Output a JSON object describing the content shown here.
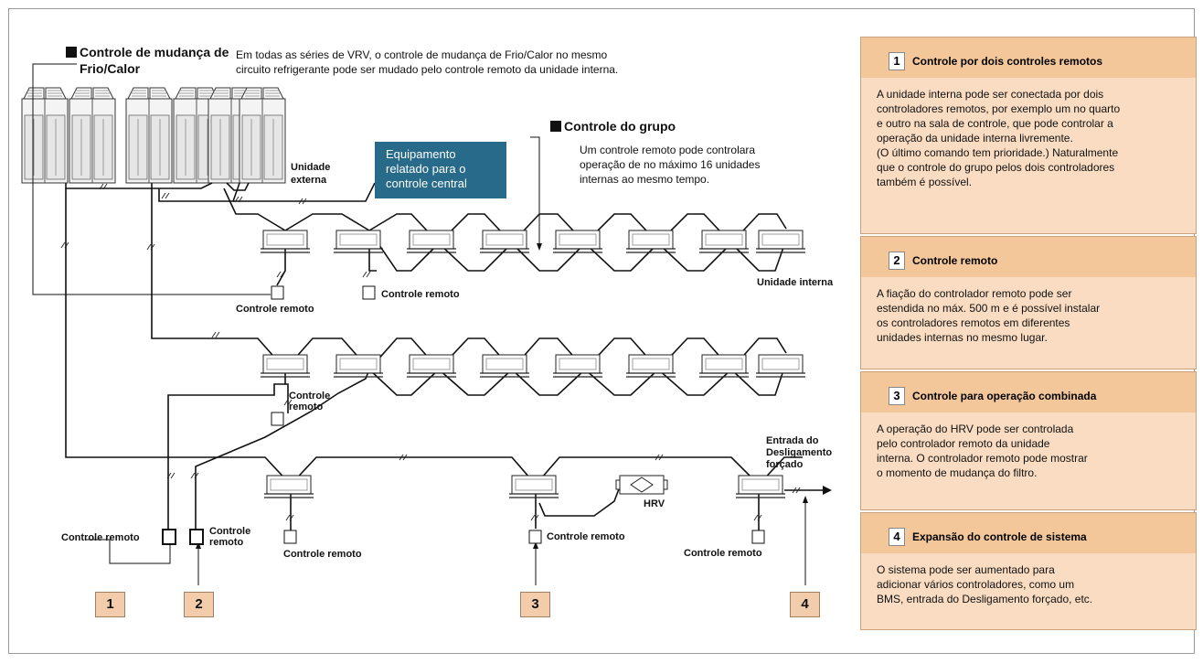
{
  "diagram": {
    "changeover": {
      "heading": "Controle de mudança de",
      "heading_line2": "Frio/Calor",
      "description_lines": [
        "Em todas as séries de VRV, o controle de mudança de Frio/Calor no mesmo",
        "circuito refrigerante pode ser mudado pelo controle remoto da unidade interna."
      ]
    },
    "group": {
      "heading": "Controle do grupo",
      "description_lines": [
        "Um controle remoto pode controlara",
        "operação de no máximo 16 unidades",
        "internas ao mesmo tempo."
      ]
    },
    "central_equipment_lines": [
      "Equipamento",
      "relatado para o",
      "controle central"
    ],
    "labels": {
      "outdoor_unit_1": "Unidade",
      "outdoor_unit_2": "externa",
      "indoor_unit": "Unidade interna",
      "remote": "Controle remoto",
      "remote_short_1": "Controle",
      "remote_short_2": "remoto",
      "hrv": "HRV",
      "forced_off_1": "Entrada do",
      "forced_off_2": "Desligamento",
      "forced_off_3": "forçado"
    },
    "markers": [
      "1",
      "2",
      "3",
      "4"
    ]
  },
  "panels": [
    {
      "number": "1",
      "title": "Controle por dois controles remotos",
      "lines": [
        "A unidade interna pode ser conectada por dois",
        "controladores remotos, por exemplo um no quarto",
        "e outro na sala de controle, que pode controlar a",
        "operação da unidade interna livremente.",
        "(O último comando tem prioridade.) Naturalmente",
        "que o controle do grupo pelos dois controladores",
        "também é possível."
      ]
    },
    {
      "number": "2",
      "title": "Controle remoto",
      "lines": [
        "A fiação do controlador remoto pode ser",
        "estendida no máx. 500 m e é possível instalar",
        "os controladores remotos em diferentes",
        "unidades internas no mesmo lugar."
      ]
    },
    {
      "number": "3",
      "title": "Controle para operação combinada",
      "lines": [
        "A operação do HRV pode ser controlada",
        "pelo controlador remoto da unidade",
        "interna. O controlador remoto pode mostrar",
        "o momento de mudança do filtro."
      ]
    },
    {
      "number": "4",
      "title": "Expansão do controle de sistema",
      "lines": [
        "O sistema pode ser aumentado para",
        "adicionar vários controladores, como um",
        "BMS, entrada do Desligamento forçado, etc."
      ]
    }
  ],
  "colors": {
    "panel_bg": "#f9dcc1",
    "panel_header": "#f3c79a",
    "central_box": "#276a8a",
    "marker_bg": "#f3ccab"
  }
}
